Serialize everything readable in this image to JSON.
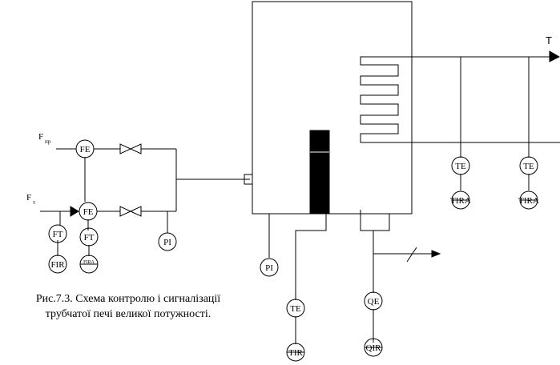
{
  "inputs": {
    "air_main": "F",
    "air_sub": "пр",
    "fuel_main": "F",
    "fuel_sub": "т"
  },
  "output_label": "T",
  "instruments": {
    "fe_air": "FE",
    "fe_fuel": "FE",
    "ft_air": "FT",
    "fir": "FIR",
    "ft_fuel": "FT",
    "fira": "FIRA",
    "pi_fuel": "PI",
    "pi_furnace": "PI",
    "te_furnace": "TE",
    "tir": "TIR",
    "qe": "QE",
    "qir": "QIR",
    "te_out1": "TE",
    "tira1": "TIRA",
    "te_out2": "TE",
    "tira2": "TIRA"
  },
  "caption": {
    "line1": "Рис.7.3. Схема контролю і сигналізації",
    "line2": "трубчатої печі великої потужності."
  }
}
